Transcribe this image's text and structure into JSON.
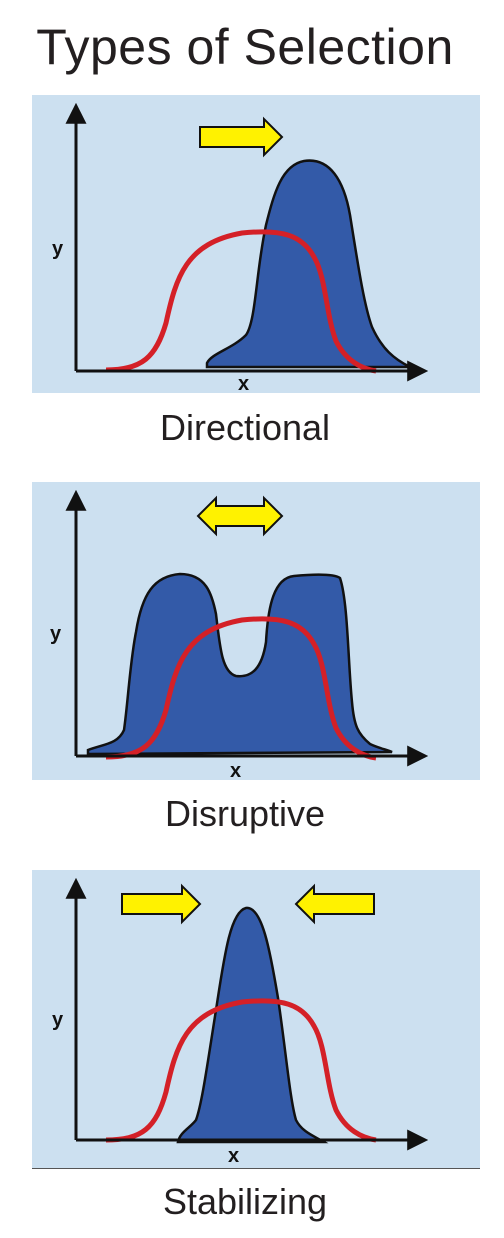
{
  "title": "Types of Selection",
  "colors": {
    "panel_bg": "#cce0f0",
    "population_fill": "#335aa8",
    "original_curve": "#d42027",
    "arrow_fill": "#fff200"
  },
  "panels": [
    {
      "caption": "Directional",
      "y_label": "y",
      "x_label": "x",
      "arrows": [
        "right"
      ]
    },
    {
      "caption": "Disruptive",
      "y_label": "y",
      "x_label": "x",
      "arrows": [
        "double"
      ]
    },
    {
      "caption": "Stabilizing",
      "y_label": "y",
      "x_label": "x",
      "arrows": [
        "right",
        "left"
      ]
    }
  ]
}
